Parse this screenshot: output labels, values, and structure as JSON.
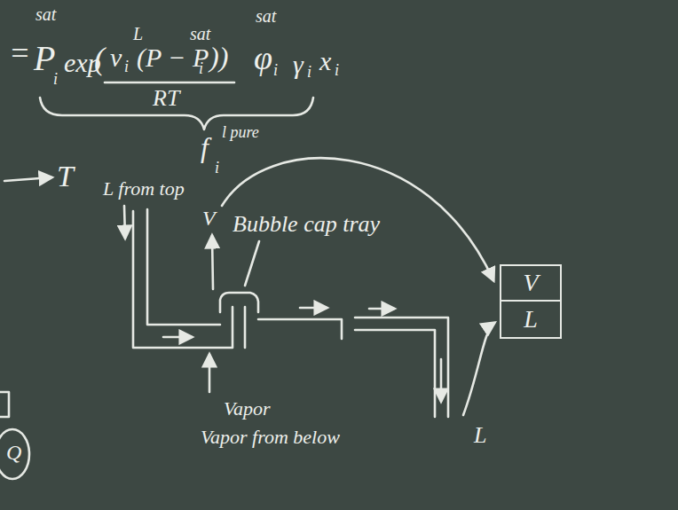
{
  "diagram": {
    "nodes": [
      {
        "text": [
          "V"
        ]
      },
      {
        "text": [
          "L"
        ]
      }
    ],
    "labels": [
      "=",
      "sat",
      "P",
      "exp",
      "(",
      "v",
      "i",
      "L",
      "(P − P",
      "sat",
      "i",
      "))",
      "RT",
      "sat",
      "φ",
      "i",
      "γ",
      "i",
      "x",
      "i",
      "i",
      "f",
      "l pure",
      "i",
      "T",
      "L from top",
      "V",
      "Bubble cap tray",
      "Vapor",
      "Vapor from below",
      "L",
      "Q"
    ]
  }
}
